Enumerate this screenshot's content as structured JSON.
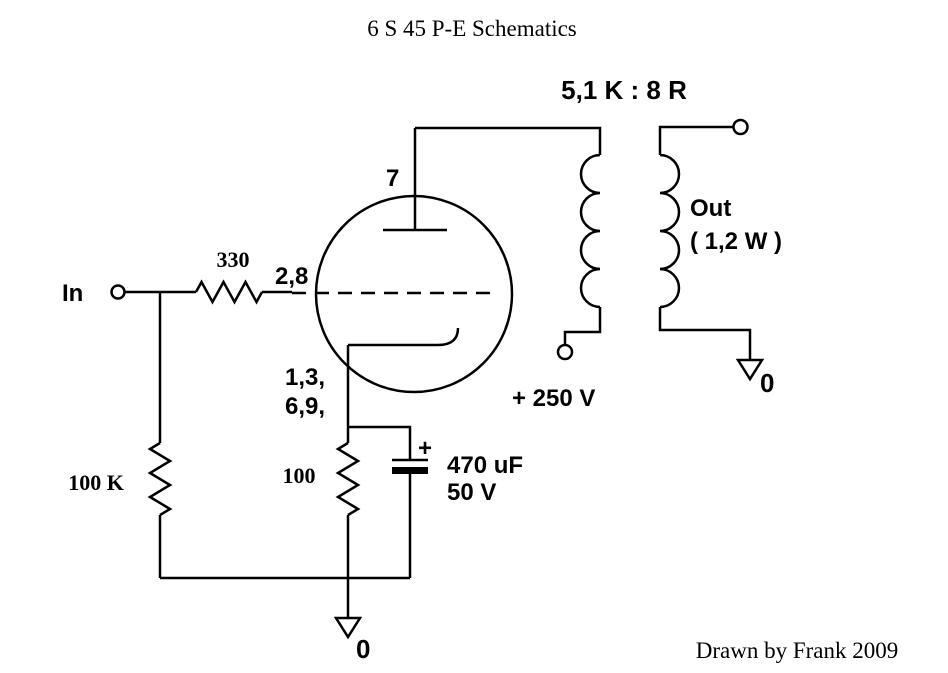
{
  "page": {
    "title": "6 S 45 P-E Schematics",
    "credit": "Drawn by Frank 2009",
    "background": "#ffffff",
    "ink": "#000000"
  },
  "labels": {
    "input": "In",
    "grid_stopper_value": "330",
    "grid_pin": "2,8",
    "plate_pin": "7",
    "grid_leak_value": "100 K",
    "cathode_pins_line1": "1,3,",
    "cathode_pins_line2": "6,9,",
    "cathode_resistor_value": "100",
    "cap_polarity": "+",
    "cap_value": "470 uF",
    "cap_voltage": "50 V",
    "supply": "+ 250 V",
    "transformer_ratio": "5,1 K : 8 R",
    "output": "Out",
    "output_power": "( 1,2 W )",
    "ground_left": "0",
    "ground_right": "0"
  }
}
